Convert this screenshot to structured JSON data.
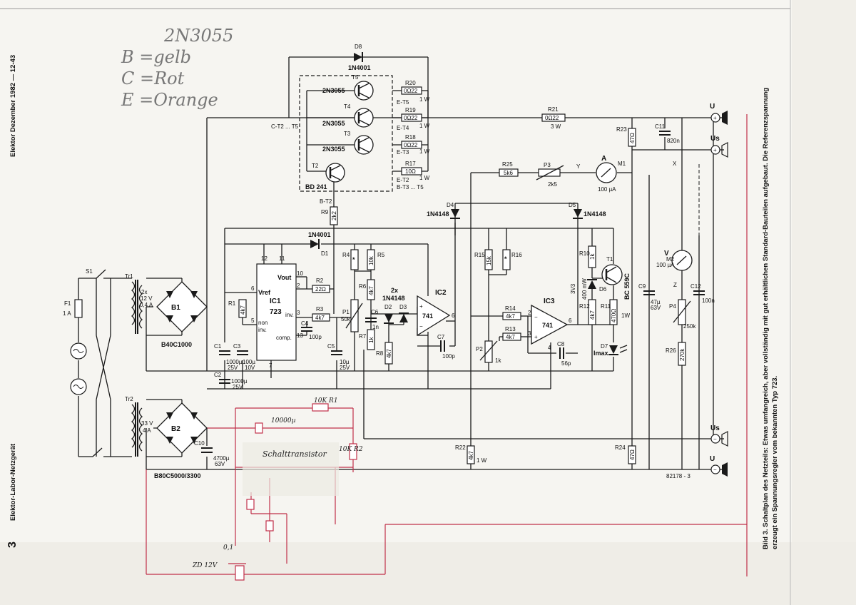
{
  "page": {
    "margin_header": "Elektor Dezember 1982 — 12-43",
    "footer_title": "Elektor-Labor-Netzgerät",
    "page_number": "3",
    "caption_line1": "Bild 3. Schaltplan des Netzteils: Etwas umfangreich, aber vollständig mit gut erhältlichen Standard-Bauteilen aufgebaut. Die Referenzspannung",
    "caption_line2": "erzeugt ein Spannungsregler vom bekannten Typ 723.",
    "drawing_number": "82178 - 3"
  },
  "handwritten_notes": {
    "transistor": "2N3055",
    "base": "B =gelb",
    "collector": "C =Rot",
    "emitter": "E =Orange",
    "switch_transistor": "Schalttransistor",
    "cap_red": "10000µ",
    "res_red1": "10K R1",
    "res_red2": "10K R2",
    "zener": "ZD 12V",
    "zener_cap": "0,1"
  },
  "transistors": {
    "t5": "T5",
    "t4": "T4",
    "t3": "T3",
    "t2": "T2",
    "t1": "T1",
    "t5_type": "2N3055",
    "t4_type": "2N3055",
    "t3_type": "2N3055",
    "t2_type": "BD 241",
    "t1_type": "BC 559C",
    "ct2": "C-T2 ... T5",
    "bt2": "B-T2",
    "et5": "E-T5",
    "et4": "E-T4",
    "et3": "E-T3",
    "et2": "E-T2",
    "bt3": "B-T3 ... T5"
  },
  "resistors": {
    "r20": "R20",
    "r20v": "0Ω22",
    "r20w": "1 W",
    "r19": "R19",
    "r19v": "0Ω22",
    "r19w": "1 W",
    "r18": "R18",
    "r18v": "0Ω22",
    "r18w": "1 W",
    "r17": "R17",
    "r17v": "10Ω",
    "r17w": "1 W",
    "r21": "R21",
    "r21v": "0Ω22",
    "r21w": "3 W",
    "r25": "R25",
    "r25v": "5k6",
    "p3": "P3",
    "p3v": "2k5",
    "r23": "R23",
    "r23v": "47Ω",
    "r9": "R9",
    "r9v": "2k2",
    "r4": "R4",
    "r4v": "*",
    "r5": "R5",
    "r5v": "10k",
    "r6": "R6",
    "r6v": "4k7",
    "r7": "R7",
    "r7v": "1k",
    "r8": "R8",
    "r8v": "4k7",
    "r1": "R1",
    "r1v": "4k7",
    "r2": "R2",
    "r2v": "22Ω",
    "r3": "R3",
    "r3v": "4k7",
    "r15": "R15",
    "r15v": "15k",
    "r16": "R16",
    "r16v": "*",
    "r14": "R14",
    "r14v": "4k7",
    "r13": "R13",
    "r13v": "4k7",
    "r10": "R10",
    "r10v": "1k",
    "r12": "R12",
    "r12v": "4k7",
    "r11": "R11",
    "r11v": "470Ω",
    "r11w": "1W",
    "r22": "R22",
    "r22v": "4k7",
    "r22w": "1 W",
    "r24": "R24",
    "r24v": "47Ω",
    "r26": "R26",
    "r26v": "270k",
    "p1": "P1",
    "p1v": "50k",
    "p2": "P2",
    "p2v": "1k",
    "p4": "P4",
    "p4v": "250k"
  },
  "capacitors": {
    "c11": "C11",
    "c11v": "820n",
    "c1": "C1",
    "c1v": "1000µ",
    "c1u": "25V",
    "c2": "C2",
    "c2v": "1000µ",
    "c2u": "25V",
    "c3": "C3",
    "c3v": "100µ",
    "c3u": "10V",
    "c4": "C4",
    "c4v": "100p",
    "c5": "C5",
    "c5v": "10µ",
    "c5u": "25V",
    "c6": "C6",
    "c6v": "1n",
    "c7": "C7",
    "c7v": "100p",
    "c8": "C8",
    "c8v": "56p",
    "c9": "C9",
    "c9v": "47µ",
    "c9u": "63V",
    "c10": "C10",
    "c10v": "4700µ",
    "c10u": "63V",
    "c12": "C12",
    "c12v": "100n"
  },
  "diodes": {
    "d8": "D8",
    "d8t": "1N4001",
    "d1": "D1",
    "d1t": "1N4001",
    "d4": "D4",
    "d4t": "1N4148",
    "d5": "D5",
    "d5t": "1N4148",
    "d23": "2x",
    "d23t": "1N4148",
    "d2": "D2",
    "d3": "D3",
    "d6": "D6",
    "d6v": "3V3",
    "d6p": "400 mW",
    "d7": "D7",
    "imax": "Imax"
  },
  "ics": {
    "ic1": "IC1",
    "ic1t": "723",
    "vout": "Vout",
    "vref": "Vref",
    "non": "non",
    "inv": "inv.",
    "inv2": "inv.",
    "comp": "comp.",
    "p12": "12",
    "p11": "11",
    "p10": "10",
    "p2": "2",
    "p3": "3",
    "p4": "4",
    "p5": "5",
    "p6": "6",
    "p7": "7",
    "p13": "13",
    "ic2": "IC2",
    "ic2t": "741",
    "ic3": "IC3",
    "ic3t": "741"
  },
  "power": {
    "s1": "S1",
    "f1": "F1",
    "f1v": "1 A",
    "tr1": "Tr1",
    "tr1v1": "2x",
    "tr1v2": "12 V",
    "tr1v3": "0,4 A",
    "tr2": "Tr2",
    "tr2v1": "33 V",
    "tr2v2": "4 A",
    "b1": "B1",
    "b1t": "B40C1000",
    "b2": "B2",
    "b2t": "B80C5000/3300"
  },
  "meters": {
    "m1": "M1",
    "m1a": "A",
    "m1v": "100 µA",
    "m2": "M2",
    "m2v": "V",
    "m2r": "100 µA"
  },
  "terminals": {
    "uplus": "U",
    "usplus": "Us",
    "usminus": "Us",
    "uminus": "U",
    "plus": "+",
    "minus": "−",
    "x": "X",
    "y": "Y",
    "z": "Z"
  }
}
